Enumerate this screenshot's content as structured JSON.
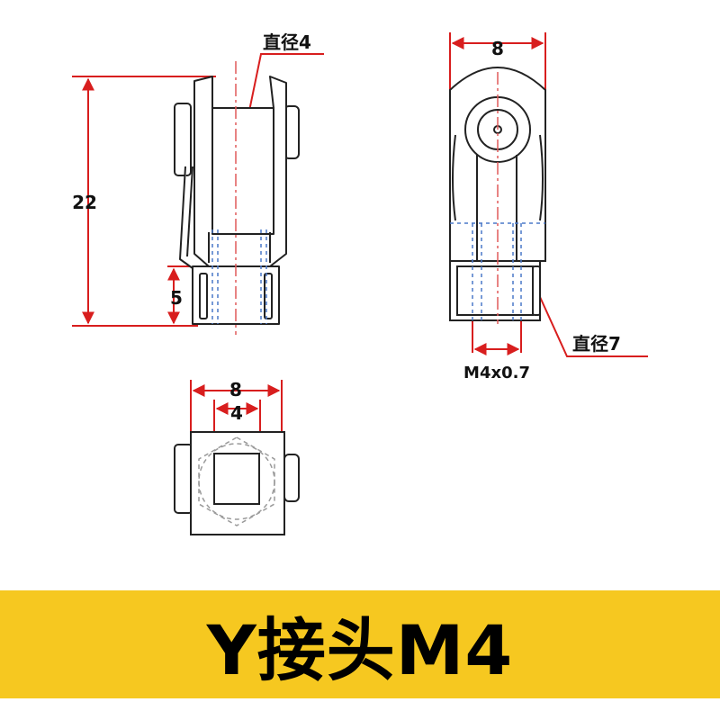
{
  "colors": {
    "dimension_line": "#d81e1e",
    "outline": "#222222",
    "centerline": "#e05a5a",
    "hidden_line": "#4a78c8",
    "banner_bg": "#f6c820",
    "banner_text": "#000000"
  },
  "side_view": {
    "pin_diameter_label": "直径4",
    "height_label": "22",
    "thread_length_label": "5"
  },
  "front_view": {
    "width_label": "8",
    "thread_label": "M4x0.7",
    "hex_diameter_label": "直径7"
  },
  "top_view": {
    "outer_width_label": "8",
    "slot_width_label": "4"
  },
  "banner": {
    "title": "Y接头M4"
  }
}
